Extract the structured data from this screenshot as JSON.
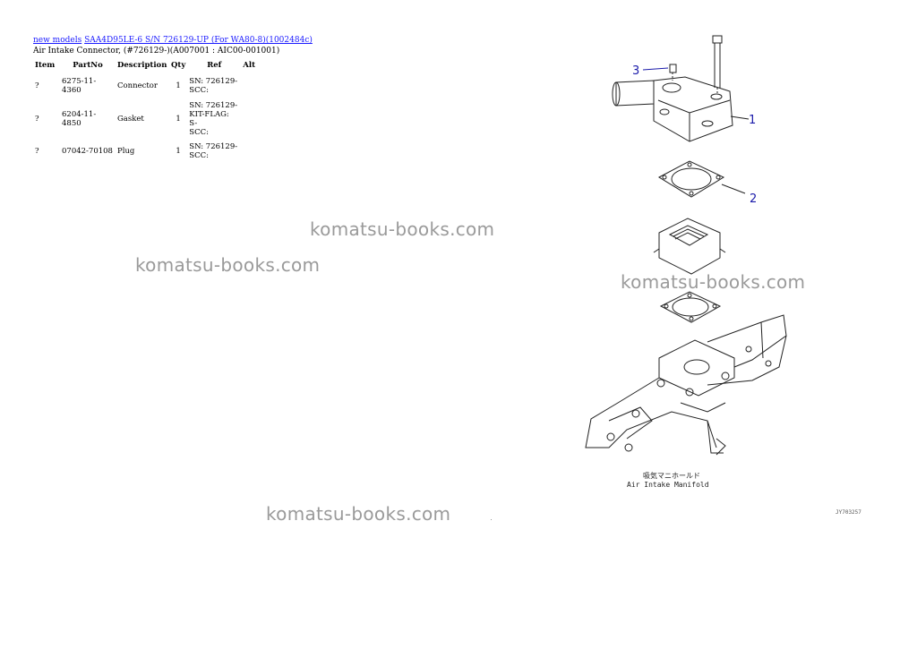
{
  "breadcrumb": {
    "link1": "new models",
    "link2": "SAA4D95LE-6 S/N 726129-UP (For WA80-8)(1002484c)"
  },
  "subtitle": "Air Intake Connector, (#726129-)(A007001 : AIC00-001001)",
  "table": {
    "headers": [
      "Item",
      "PartNo",
      "Description",
      "Qty",
      "Ref",
      "Alt"
    ],
    "rows": [
      {
        "item": "?",
        "partno": "6275-11-4360",
        "description": "Connector",
        "qty": "1",
        "ref": [
          "SN: 726129-",
          "SCC:"
        ],
        "alt": ""
      },
      {
        "item": "?",
        "partno": "6204-11-4850",
        "description": "Gasket",
        "qty": "1",
        "ref": [
          "SN: 726129-",
          "KIT-FLAG: S-",
          "SCC:"
        ],
        "alt": ""
      },
      {
        "item": "?",
        "partno": "07042-70108",
        "description": "Plug",
        "qty": "1",
        "ref": [
          "SN: 726129-",
          "SCC:"
        ],
        "alt": ""
      }
    ]
  },
  "watermarks": [
    "komatsu-books.com",
    "komatsu-books.com",
    "komatsu-books.com",
    "komatsu-books.com"
  ],
  "diagram": {
    "callouts": [
      "1",
      "2",
      "3"
    ],
    "caption_jp": "吸気マニホールド",
    "caption_en": "Air Intake Manifold",
    "figure_id": "JY703257"
  },
  "colors": {
    "link": "#1a1aff",
    "callout": "#1a1aaa",
    "watermark": "#9a9a9a"
  }
}
